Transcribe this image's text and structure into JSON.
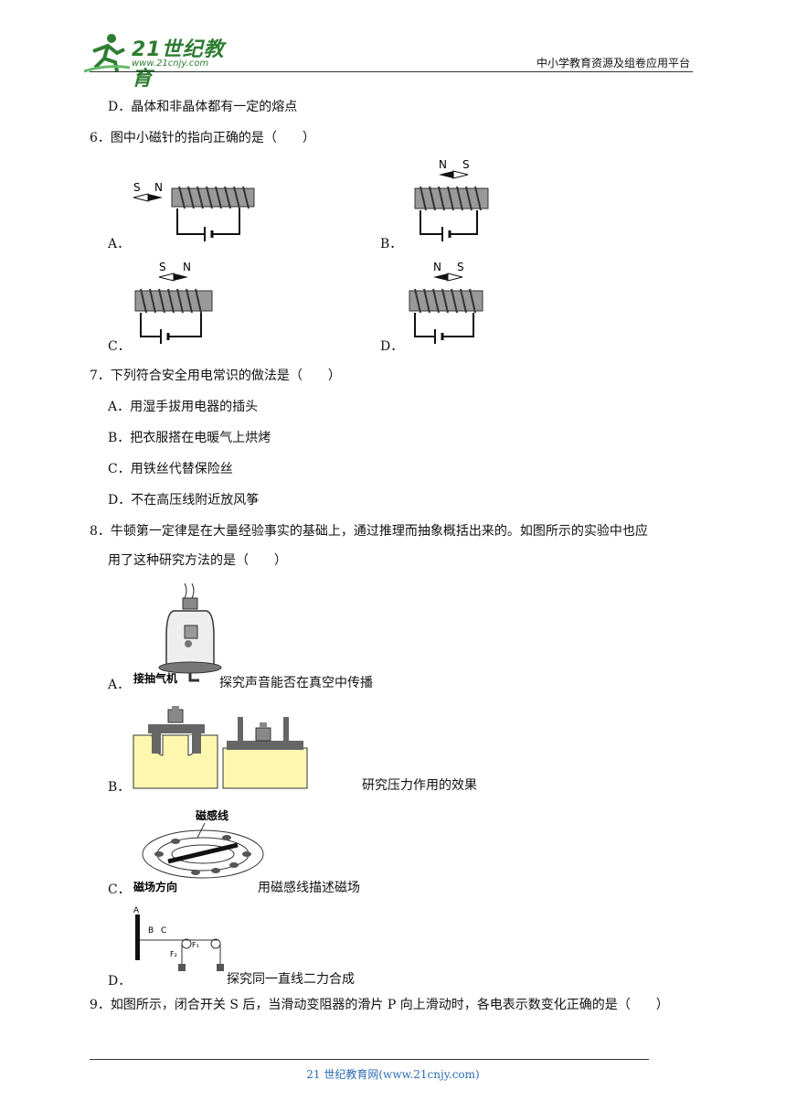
{
  "header": {
    "logo_main": "21世纪教育",
    "logo_sub": "www.21cnjy.com",
    "right": "中小学教育资源及组卷应用平台"
  },
  "q5": {
    "optD": "D．晶体和非晶体都有一定的熔点"
  },
  "q6": {
    "stem": "6．图中小磁针的指向正确的是（　　）",
    "labels": [
      "A．",
      "B．",
      "C．",
      "D．"
    ],
    "needles": [
      {
        "left": "S",
        "right": "N"
      },
      {
        "left": "N",
        "right": "S"
      },
      {
        "left": "S",
        "right": "N"
      },
      {
        "left": "N",
        "right": "S"
      }
    ]
  },
  "q7": {
    "stem": "7．下列符合安全用电常识的做法是（　　）",
    "options": [
      "A．用湿手拔用电器的插头",
      "B．把衣服搭在电暖气上烘烤",
      "C．用铁丝代替保险丝",
      "D．不在高压线附近放风筝"
    ]
  },
  "q8": {
    "stem1": "8．牛顿第一定律是在大量经验事实的基础上，通过推理而抽象概括出来的。如图所示的实验中也应",
    "stem2": "用了这种研究方法的是（　　）",
    "optA_label": "A．",
    "optA_fig": "接抽气机",
    "optA_text": "探究声音能否在真空中传播",
    "optB_label": "B．",
    "optB_text": "研究压力作用的效果",
    "optC_label": "C．",
    "optC_fig_top": "磁感线",
    "optC_fig_bottom": "磁场方向",
    "optC_text": "用磁感线描述磁场",
    "optD_label": "D．",
    "optD_fig": [
      "A",
      "B",
      "C",
      "F₂",
      "F₁"
    ],
    "optD_text": "探究同一直线二力合成"
  },
  "q9": {
    "stem": "9．如图所示，闭合开关 S 后，当滑动变阻器的滑片 P 向上滑动时，各电表示数变化正确的是（　　）"
  },
  "footer": "21 世纪教育网(www.21cnjy.com)"
}
